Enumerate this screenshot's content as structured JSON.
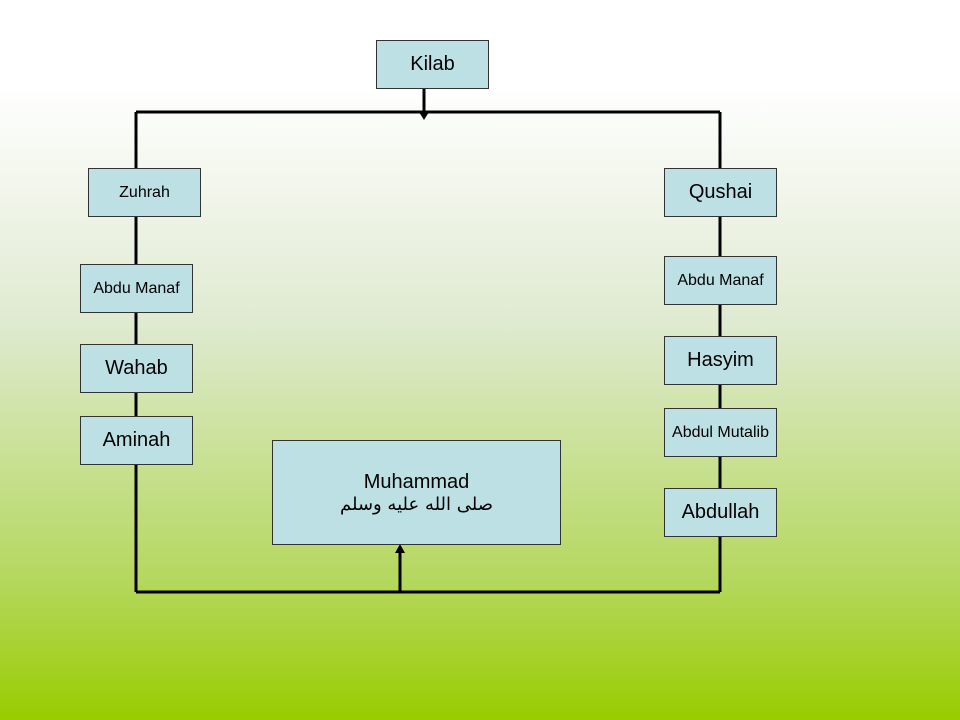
{
  "root": {
    "name": "Kilab"
  },
  "left_line": [
    "Zuhrah",
    "Abdu Manaf",
    "Wahab",
    "Aminah"
  ],
  "right_line": [
    "Qushai",
    "Abdu Manaf",
    "Hasyim",
    "Abdul Mutalib",
    "Abdullah"
  ],
  "center": {
    "name": "Muhammad",
    "honorific": "صلى الله عليه وسلم"
  },
  "colors": {
    "box": "#bde0e4",
    "line": "#000000",
    "gradient_bottom": "#99cc00"
  }
}
